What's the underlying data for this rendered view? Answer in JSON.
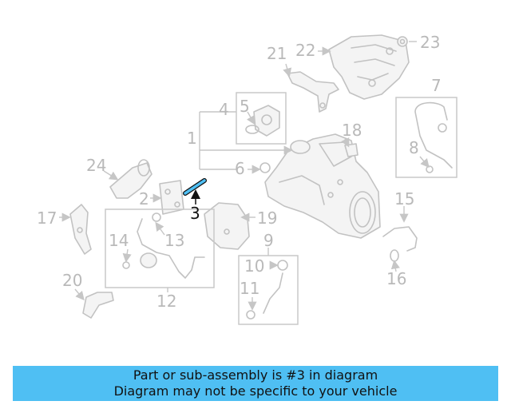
{
  "callouts": {
    "c1": "1",
    "c2": "2",
    "c3": "3",
    "c4": "4",
    "c5": "5",
    "c6": "6",
    "c7": "7",
    "c8": "8",
    "c9": "9",
    "c10": "10",
    "c11": "11",
    "c12": "12",
    "c13": "13",
    "c14": "14",
    "c15": "15",
    "c16": "16",
    "c17": "17",
    "c18": "18",
    "c19": "19",
    "c20": "20",
    "c21": "21",
    "c22": "22",
    "c23": "23",
    "c24": "24"
  },
  "highlight": {
    "part_number": "3",
    "color": "#4fbff3"
  },
  "banner": {
    "line1": "Part or sub-assembly is #3 in diagram",
    "line2": "Diagram may not be specific to your vehicle",
    "background": "#4fbff3"
  }
}
